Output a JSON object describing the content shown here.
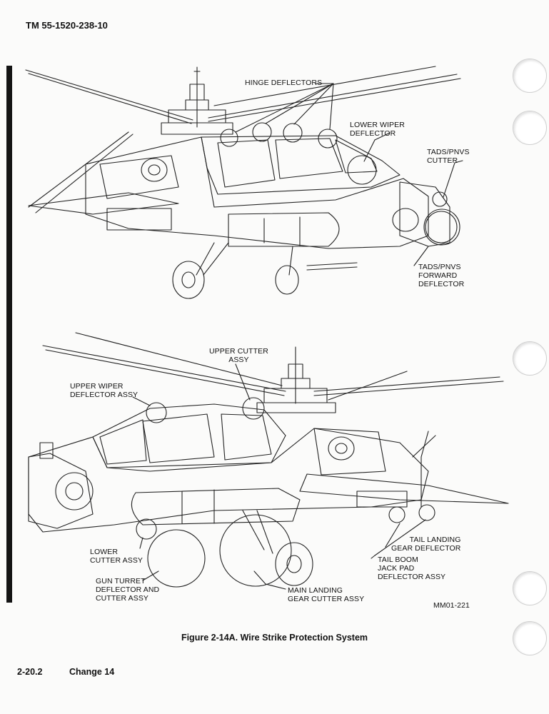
{
  "header": {
    "manual_id": "TM 55-1520-238-10"
  },
  "top_view": {
    "callouts": {
      "hinge_deflectors": "HINGE DEFLECTORS",
      "lower_wiper_deflector": "LOWER WIPER\nDEFLECTOR",
      "tads_pnvs_cutter": "TADS/PNVS\nCUTTER",
      "tads_pnvs_forward_deflector": "TADS/PNVS\nFORWARD\nDEFLECTOR"
    }
  },
  "bottom_view": {
    "callouts": {
      "upper_cutter_assy": "UPPER CUTTER\nASSY",
      "upper_wiper_deflector_assy": "UPPER WIPER\nDEFLECTOR ASSY",
      "lower_cutter_assy": "LOWER\nCUTTER ASSY",
      "gun_turret_deflector": "GUN TURRET\nDEFLECTOR AND\nCUTTER ASSY",
      "main_landing_gear_cutter": "MAIN LANDING\nGEAR CUTTER ASSY",
      "tail_landing_gear_deflector": "TAIL LANDING\nGEAR DEFLECTOR",
      "tail_boom_jack_pad": "TAIL BOOM\nJACK PAD\nDEFLECTOR ASSY"
    }
  },
  "figure_id": "MM01-221",
  "caption": "Figure 2-14A.  Wire Strike Protection System",
  "footer": {
    "page_number": "2-20.2",
    "change": "Change 14"
  }
}
